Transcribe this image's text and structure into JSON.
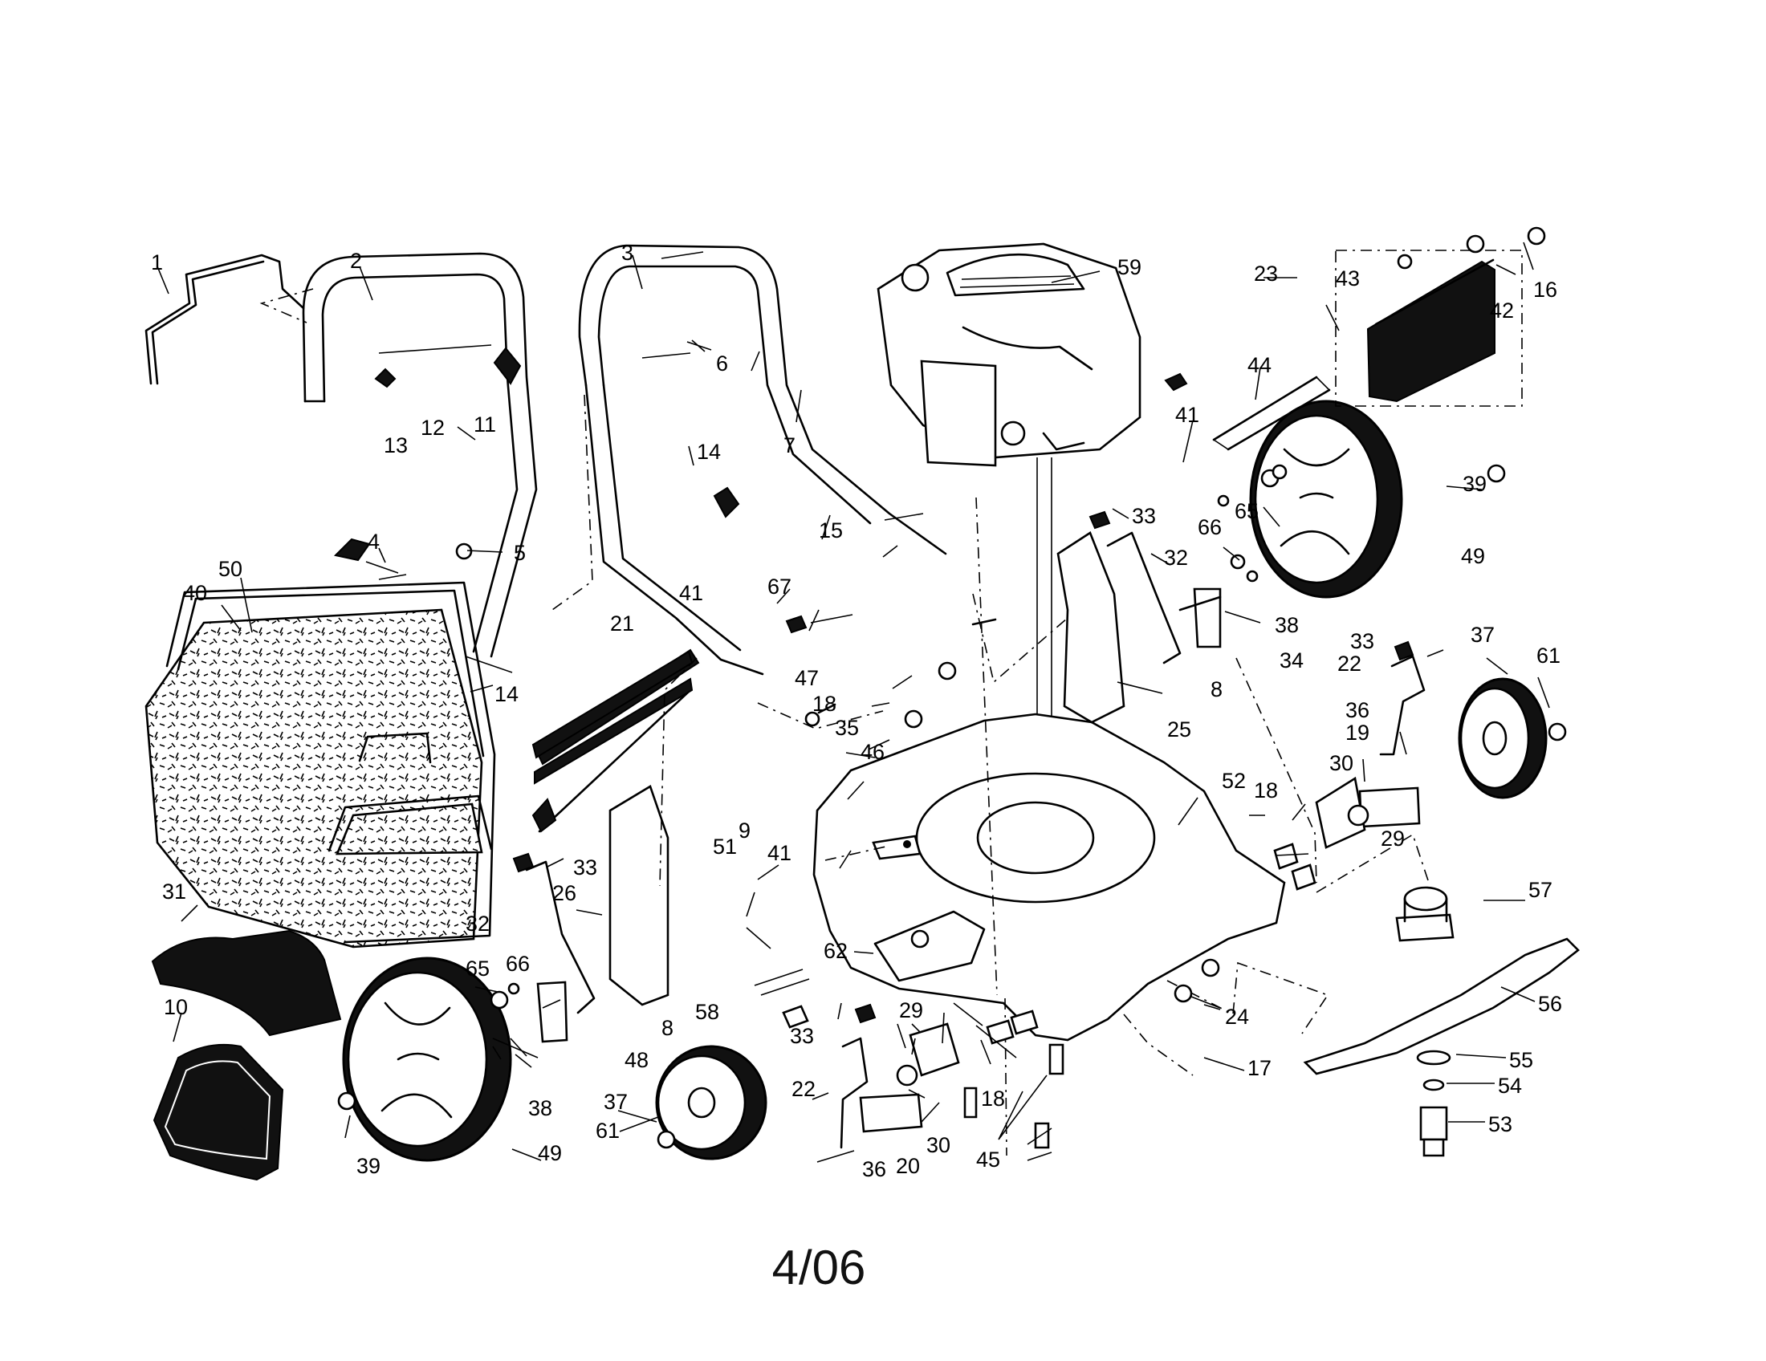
{
  "date_code": "4/06",
  "callouts": [
    {
      "id": "c1",
      "text": "1"
    },
    {
      "id": "c2",
      "text": "2"
    },
    {
      "id": "c3",
      "text": "3"
    },
    {
      "id": "c4",
      "text": "4"
    },
    {
      "id": "c5",
      "text": "5"
    },
    {
      "id": "c6",
      "text": "6"
    },
    {
      "id": "c7",
      "text": "7"
    },
    {
      "id": "c8a",
      "text": "8"
    },
    {
      "id": "c8b",
      "text": "8"
    },
    {
      "id": "c9",
      "text": "9"
    },
    {
      "id": "c10",
      "text": "10"
    },
    {
      "id": "c11",
      "text": "11"
    },
    {
      "id": "c12",
      "text": "12"
    },
    {
      "id": "c13",
      "text": "13"
    },
    {
      "id": "c14a",
      "text": "14"
    },
    {
      "id": "c14b",
      "text": "14"
    },
    {
      "id": "c15",
      "text": "15"
    },
    {
      "id": "c16",
      "text": "16"
    },
    {
      "id": "c17",
      "text": "17"
    },
    {
      "id": "c18a",
      "text": "18"
    },
    {
      "id": "c18b",
      "text": "18"
    },
    {
      "id": "c18c",
      "text": "18"
    },
    {
      "id": "c19",
      "text": "19"
    },
    {
      "id": "c20",
      "text": "20"
    },
    {
      "id": "c21",
      "text": "21"
    },
    {
      "id": "c22a",
      "text": "22"
    },
    {
      "id": "c22b",
      "text": "22"
    },
    {
      "id": "c23",
      "text": "23"
    },
    {
      "id": "c24",
      "text": "24"
    },
    {
      "id": "c25",
      "text": "25"
    },
    {
      "id": "c26",
      "text": "26"
    },
    {
      "id": "c29a",
      "text": "29"
    },
    {
      "id": "c29b",
      "text": "29"
    },
    {
      "id": "c30a",
      "text": "30"
    },
    {
      "id": "c30b",
      "text": "30"
    },
    {
      "id": "c31",
      "text": "31"
    },
    {
      "id": "c32a",
      "text": "32"
    },
    {
      "id": "c32b",
      "text": "32"
    },
    {
      "id": "c33a",
      "text": "33"
    },
    {
      "id": "c33b",
      "text": "33"
    },
    {
      "id": "c33c",
      "text": "33"
    },
    {
      "id": "c33d",
      "text": "33"
    },
    {
      "id": "c34",
      "text": "34"
    },
    {
      "id": "c35",
      "text": "35"
    },
    {
      "id": "c36a",
      "text": "36"
    },
    {
      "id": "c36b",
      "text": "36"
    },
    {
      "id": "c37a",
      "text": "37"
    },
    {
      "id": "c37b",
      "text": "37"
    },
    {
      "id": "c38a",
      "text": "38"
    },
    {
      "id": "c38b",
      "text": "38"
    },
    {
      "id": "c39a",
      "text": "39"
    },
    {
      "id": "c39b",
      "text": "39"
    },
    {
      "id": "c40",
      "text": "40"
    },
    {
      "id": "c41a",
      "text": "41"
    },
    {
      "id": "c41b",
      "text": "41"
    },
    {
      "id": "c41c",
      "text": "41"
    },
    {
      "id": "c42",
      "text": "42"
    },
    {
      "id": "c43",
      "text": "43"
    },
    {
      "id": "c44",
      "text": "44"
    },
    {
      "id": "c45",
      "text": "45"
    },
    {
      "id": "c46",
      "text": "46"
    },
    {
      "id": "c47",
      "text": "47"
    },
    {
      "id": "c48",
      "text": "48"
    },
    {
      "id": "c49a",
      "text": "49"
    },
    {
      "id": "c49b",
      "text": "49"
    },
    {
      "id": "c50",
      "text": "50"
    },
    {
      "id": "c51",
      "text": "51"
    },
    {
      "id": "c52",
      "text": "52"
    },
    {
      "id": "c53",
      "text": "53"
    },
    {
      "id": "c54",
      "text": "54"
    },
    {
      "id": "c55",
      "text": "55"
    },
    {
      "id": "c56",
      "text": "56"
    },
    {
      "id": "c57",
      "text": "57"
    },
    {
      "id": "c58",
      "text": "58"
    },
    {
      "id": "c59",
      "text": "59"
    },
    {
      "id": "c61a",
      "text": "61"
    },
    {
      "id": "c61b",
      "text": "61"
    },
    {
      "id": "c62",
      "text": "62"
    },
    {
      "id": "c65a",
      "text": "65"
    },
    {
      "id": "c65b",
      "text": "65"
    },
    {
      "id": "c66a",
      "text": "66"
    },
    {
      "id": "c66b",
      "text": "66"
    },
    {
      "id": "c67",
      "text": "67"
    }
  ]
}
